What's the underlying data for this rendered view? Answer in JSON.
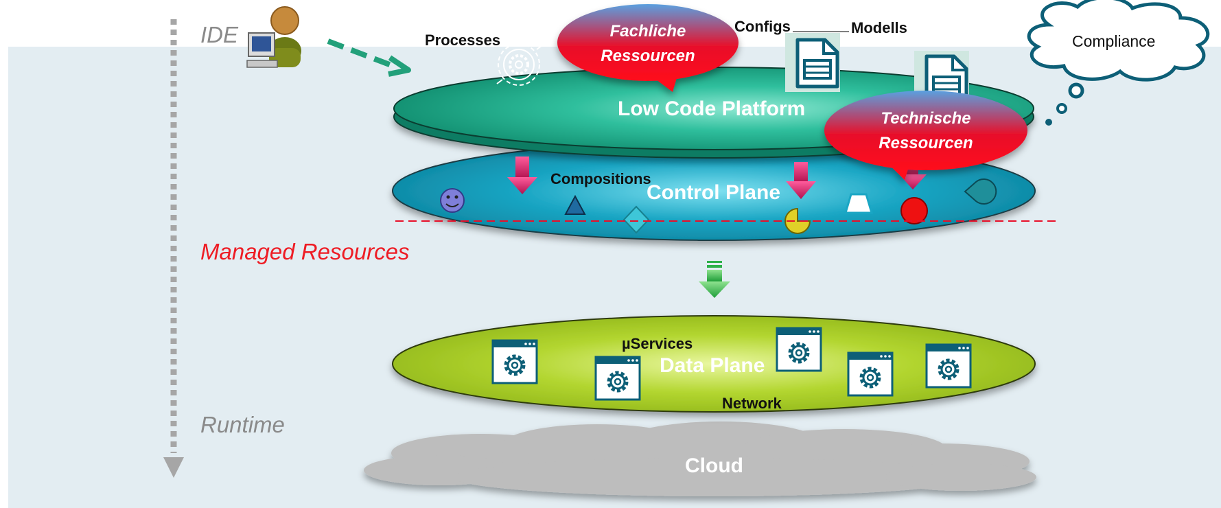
{
  "side_labels": {
    "ide": "IDE",
    "managed_resources": "Managed Resources",
    "runtime": "Runtime"
  },
  "layers": {
    "low_code": "Low Code Platform",
    "control_plane": "Control Plane",
    "data_plane": "Data Plane",
    "cloud": "Cloud"
  },
  "labels": {
    "processes": "Processes",
    "configs": "Configs",
    "modells": "Modells",
    "compositions": "Compositions",
    "services": "µServices",
    "network": "Network"
  },
  "bubbles": {
    "fachliche_line1": "Fachliche",
    "fachliche_line2": "Ressourcen",
    "technische_line1": "Technische",
    "technische_line2": "Ressourcen",
    "compliance": "Compliance"
  },
  "icons": [
    "user-at-computer-icon",
    "process-gear-icon",
    "document-icon",
    "smiley-icon",
    "triangle-icon",
    "diamond-icon",
    "trapezoid-icon",
    "pacman-icon",
    "circle-icon",
    "gear-window-icon"
  ],
  "colors": {
    "background_panel": "#e3edf2",
    "low_code_platform": "#1fa98a",
    "control_plane": "#1aa6c4",
    "data_plane": "#b3d630",
    "cloud": "#bdbdbd",
    "managed_resources_text": "#ee1c24",
    "arrow_magenta": "#c2185b",
    "arrow_green": "#2eb14a",
    "bubble_red": "#e8102a"
  }
}
